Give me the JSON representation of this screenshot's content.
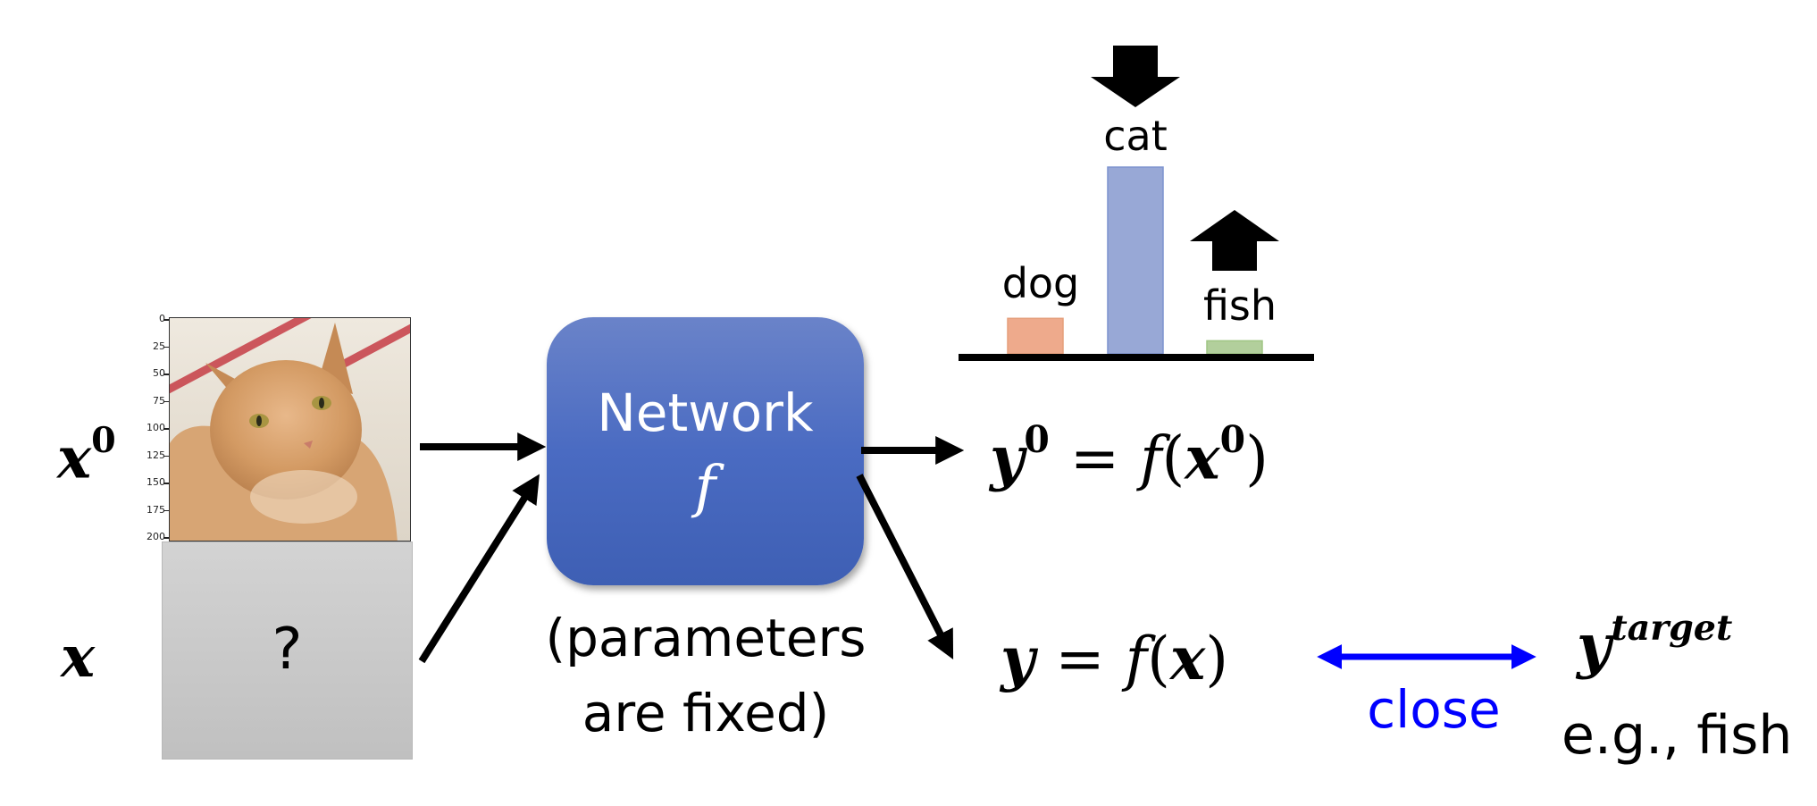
{
  "inputs": {
    "original_label": "x",
    "original_sup": "0",
    "adversarial_label": "x",
    "unknown_symbol": "?"
  },
  "image_axis": {
    "y_ticks": [
      "0",
      "25",
      "50",
      "75",
      "100",
      "125",
      "150",
      "175",
      "200"
    ]
  },
  "network": {
    "title": "Network",
    "symbol": "f",
    "note_line1": "(parameters",
    "note_line2": "are fixed)"
  },
  "outputs": {
    "original_eq": {
      "lhs": "y",
      "lhs_sup": "0",
      "equals": "=",
      "fn": "f",
      "open": "(",
      "arg": "x",
      "arg_sup": "0",
      "close": ")"
    },
    "adv_eq": {
      "lhs": "y",
      "equals": "=",
      "fn": "f",
      "open": "(",
      "arg": "x",
      "close": ")"
    },
    "relation_label": "close",
    "target_symbol": "y",
    "target_sup": "target",
    "target_example": "e.g., fish"
  },
  "colors": {
    "network_top": "#6a83c9",
    "network_bottom": "#3e5fb4",
    "close_arrow": "#0000ff",
    "dog_bar": "#eeaa8c",
    "cat_bar": "#98a8d6",
    "fish_bar": "#b2cf9c"
  },
  "chart_data": {
    "type": "bar",
    "title": "",
    "xlabel": "",
    "ylabel": "",
    "categories": [
      "dog",
      "cat",
      "fish"
    ],
    "values": [
      0.19,
      1.0,
      0.07
    ],
    "ylim": [
      0,
      1.0
    ],
    "grid": false,
    "annotations": [
      {
        "category": "cat",
        "marker": "down-arrow",
        "meaning": "decrease"
      },
      {
        "category": "fish",
        "marker": "up-arrow",
        "meaning": "increase"
      }
    ]
  }
}
